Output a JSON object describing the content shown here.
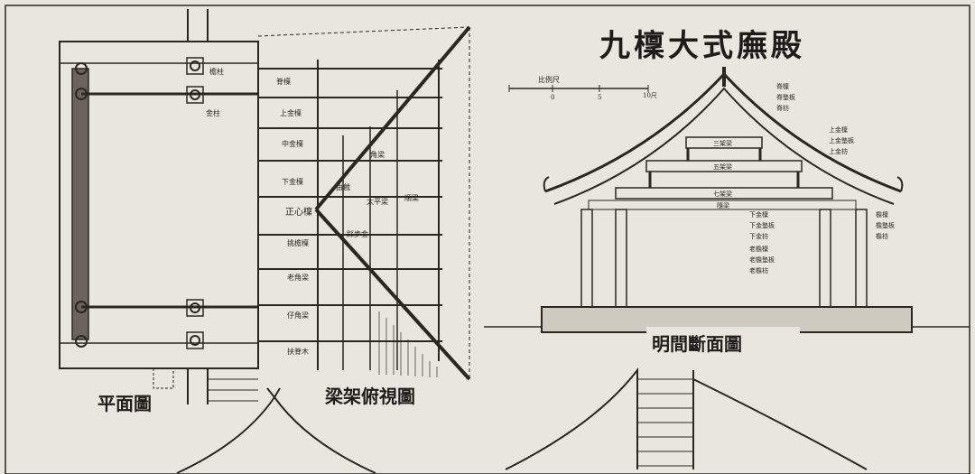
{
  "titles": {
    "main_title": "九檁大式廡殿",
    "plan_caption": "平面圖",
    "framing_caption": "梁架俯視圖",
    "section_caption": "明間斷面圖"
  },
  "scale_bar": {
    "label": "比例尺",
    "ticks": [
      "0",
      "5",
      "10尺"
    ]
  },
  "plan_labels": [
    "檐柱",
    "金柱"
  ],
  "framing_labels": [
    "脊檁",
    "上金檁",
    "中金檁",
    "下金檁",
    "正心檁",
    "挑檐檁",
    "老角梁",
    "仔角梁",
    "扶脊木",
    "角梁",
    "由戧",
    "太平梁",
    "順梁",
    "踩步金"
  ],
  "section_labels": {
    "beams": [
      "三架梁",
      "五架梁",
      "七架梁",
      "隨梁"
    ],
    "top_right": [
      "脊檁",
      "脊墊板",
      "脊枋"
    ],
    "upper_right": [
      "上金檁",
      "上金墊板",
      "上金枋"
    ],
    "mid_right": [
      "下金檁",
      "下金墊板",
      "下金枋"
    ],
    "lower_right": [
      "老檐檁",
      "老檐墊板",
      "老檐枋"
    ],
    "far_right": [
      "檐檁",
      "檐墊板",
      "檐枋"
    ]
  },
  "colors": {
    "paper": "#e9e6df",
    "ink": "#2a2723"
  }
}
